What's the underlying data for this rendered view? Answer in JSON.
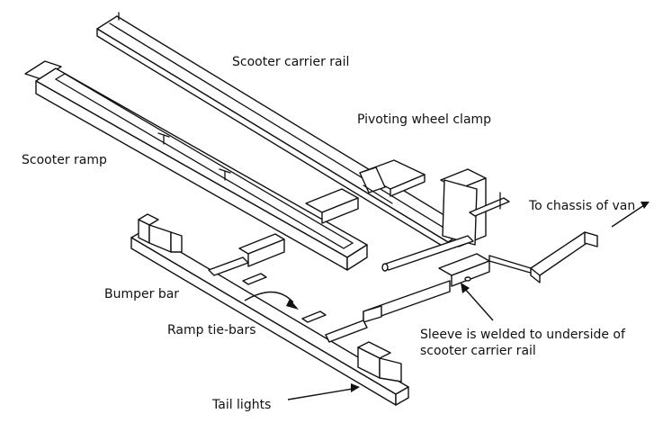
{
  "labels": {
    "scooter_carrier_rail": "Scooter carrier rail",
    "pivoting_wheel_clamp": "Pivoting wheel clamp",
    "scooter_ramp": "Scooter ramp",
    "to_chassis_of_van": "To chassis of van",
    "bumper_bar": "Bumper bar",
    "ramp_tie_bars": "Ramp tie-bars",
    "sleeve_note": "Sleeve is welded to underside of\nscooter carrier rail",
    "tail_lights": "Tail lights"
  },
  "colors": {
    "line": "#111111",
    "background": "#ffffff"
  }
}
